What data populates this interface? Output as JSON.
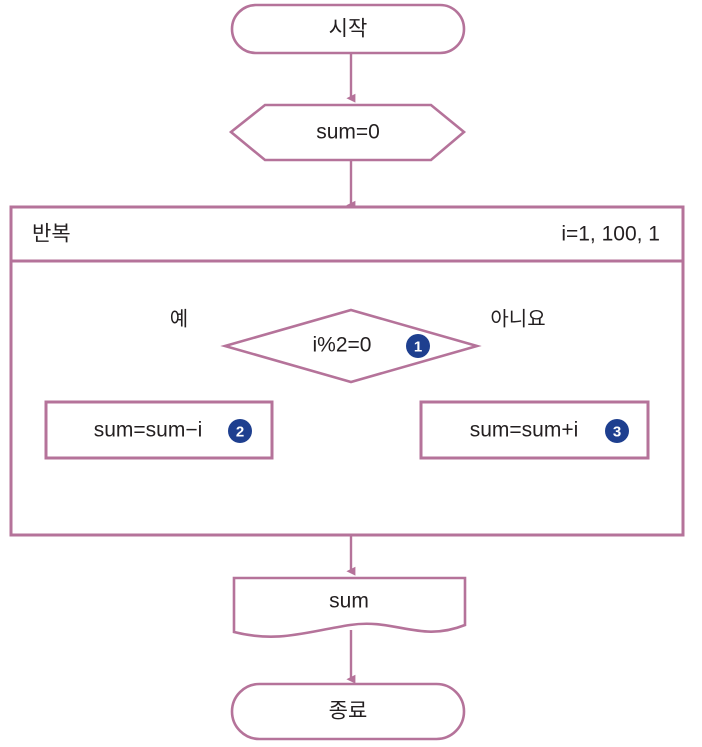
{
  "diagram": {
    "type": "flowchart",
    "title": "sum loop flowchart",
    "language": "ko",
    "colors": {
      "stroke": "#b5739a",
      "stroke_dark": "#a75f8b",
      "fill": "#ffffff",
      "text": "#231f20",
      "badge_fill": "#1e3f8f",
      "badge_text": "#ffffff",
      "background": "#ffffff"
    },
    "nodes": {
      "start": {
        "label": "시작",
        "shape": "terminator"
      },
      "init": {
        "label": "sum=0",
        "shape": "preparation-hexagon"
      },
      "loop": {
        "label": "반복",
        "params": "i=1, 100, 1",
        "shape": "loop-frame"
      },
      "decision": {
        "label": "i%2=0",
        "shape": "diamond",
        "badge": "1"
      },
      "branch_yes_label": "예",
      "branch_no_label": "아니요",
      "process_left": {
        "label": "sum=sum−i",
        "shape": "process",
        "badge": "2"
      },
      "process_right": {
        "label": "sum=sum+i",
        "shape": "process",
        "badge": "3"
      },
      "output": {
        "label": "sum",
        "shape": "document"
      },
      "end": {
        "label": "종료",
        "shape": "terminator"
      }
    },
    "badges": [
      {
        "id": "1",
        "glyph": "1",
        "attached_to": "decision"
      },
      {
        "id": "2",
        "glyph": "2",
        "attached_to": "process_left"
      },
      {
        "id": "3",
        "glyph": "3",
        "attached_to": "process_right"
      }
    ],
    "edges": [
      {
        "from": "start",
        "to": "init",
        "label": ""
      },
      {
        "from": "init",
        "to": "loop",
        "label": ""
      },
      {
        "from": "loop",
        "to": "decision",
        "label": ""
      },
      {
        "from": "decision",
        "to": "process_left",
        "label": "예"
      },
      {
        "from": "decision",
        "to": "process_right",
        "label": "아니요"
      },
      {
        "from": "process_left",
        "to": "loop-end",
        "label": ""
      },
      {
        "from": "process_right",
        "to": "loop-end",
        "label": ""
      },
      {
        "from": "loop-end",
        "to": "output",
        "label": ""
      },
      {
        "from": "output",
        "to": "end",
        "label": ""
      }
    ]
  }
}
